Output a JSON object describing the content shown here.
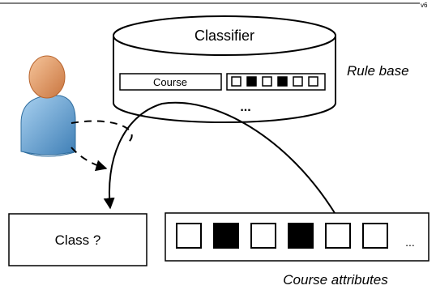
{
  "header_fragment": "v6",
  "classifier": {
    "title": "Classifier",
    "rule_label": "Course",
    "rule_pattern": [
      false,
      true,
      false,
      true,
      false,
      false
    ],
    "more": "..."
  },
  "rule_base_label": "Rule base",
  "class_box_label": "Class ?",
  "course_attributes": {
    "pattern": [
      false,
      true,
      false,
      true,
      false,
      false
    ],
    "more": "...",
    "label": "Course attributes"
  },
  "colors": {
    "stroke": "#000000",
    "fill": "#ffffff",
    "filled_cell": "#000000",
    "person_head": "#e8a06a",
    "person_body": "#6aa7d6"
  },
  "icons": [
    "user-icon"
  ]
}
